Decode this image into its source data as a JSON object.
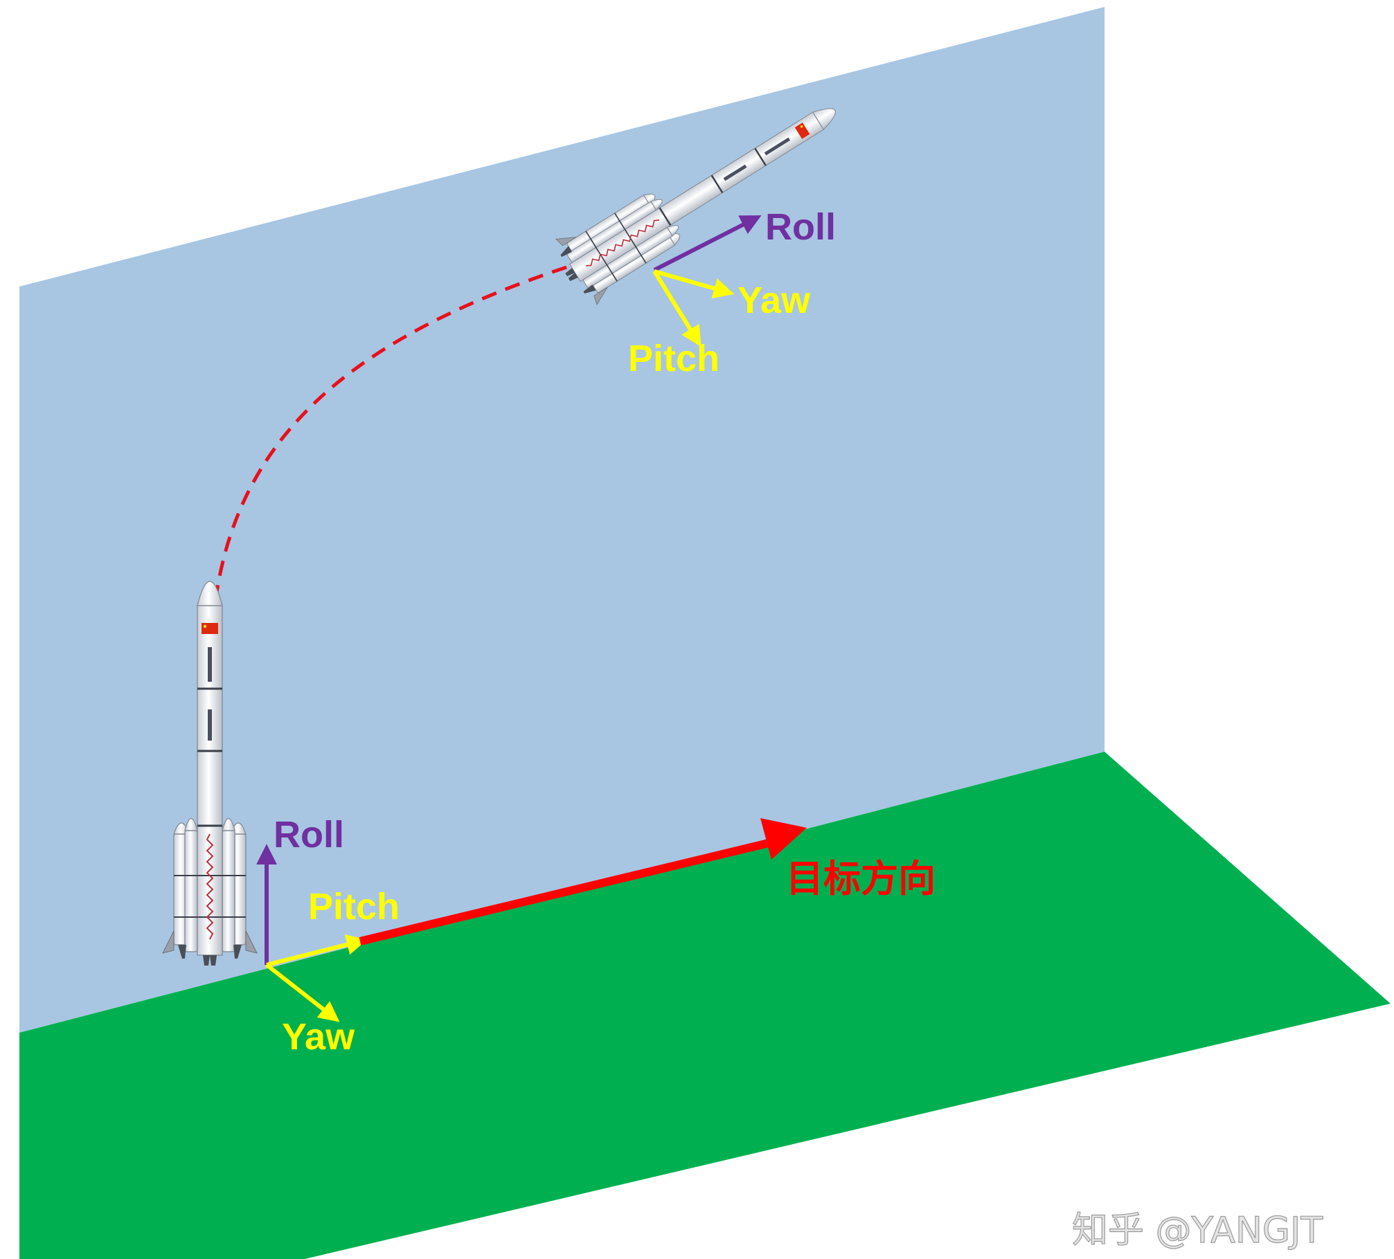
{
  "colors": {
    "wall": "#a8c6e2",
    "ground": "#00b050",
    "trajectory": "#e8101c",
    "roll_axis": "#7030a0",
    "pitch_yaw_axes": "#ffff00",
    "target_arrow": "#ff0000",
    "watermark": "#e4e4e4"
  },
  "icons": {
    "rocket_launch": "rocket-icon",
    "rocket_flight": "rocket-icon",
    "flag": "china-flag-icon"
  },
  "labels": {
    "top_roll": "Roll",
    "top_yaw": "Yaw",
    "top_pitch": "Pitch",
    "bottom_roll": "Roll",
    "bottom_pitch": "Pitch",
    "bottom_yaw": "Yaw",
    "target_direction": "目标方向"
  },
  "watermark": "知乎 @YANGJT"
}
